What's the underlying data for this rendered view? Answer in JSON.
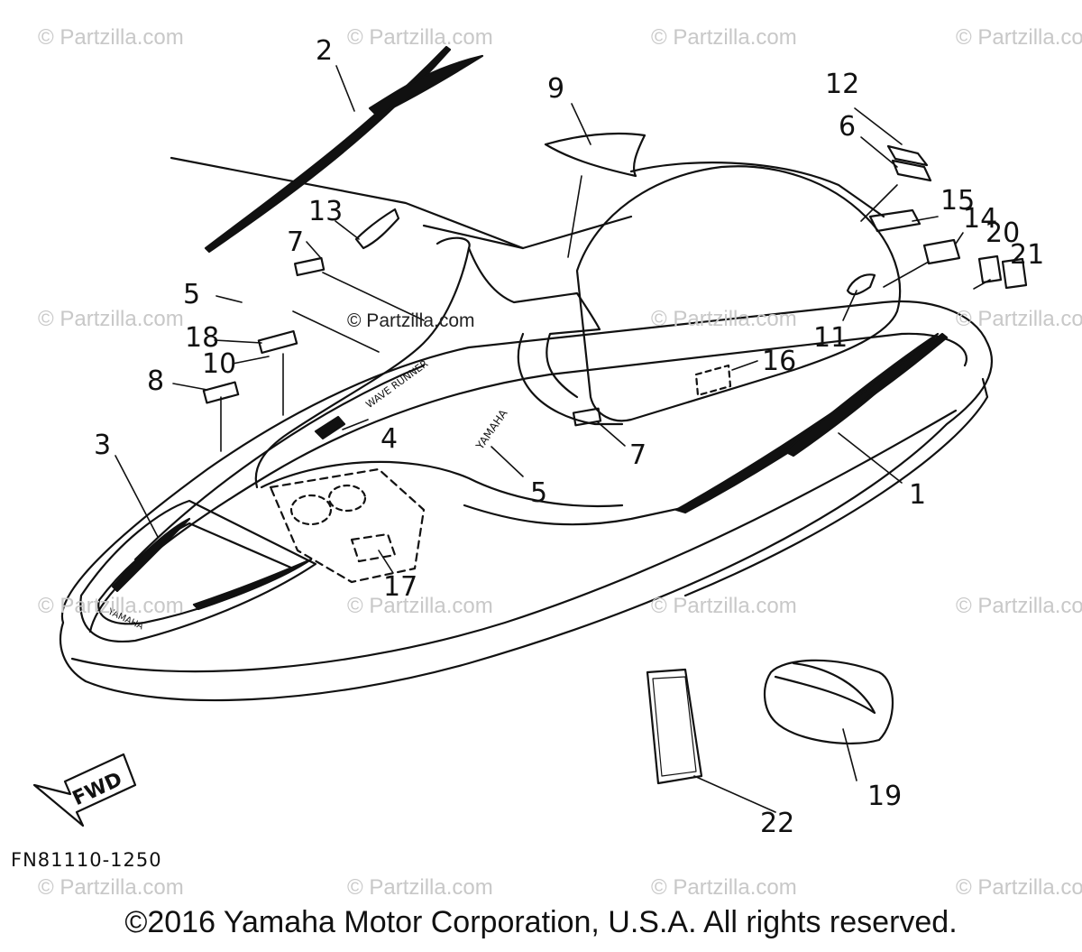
{
  "diagram": {
    "callouts": [
      "1",
      "2",
      "3",
      "4",
      "5",
      "5",
      "6",
      "7",
      "7",
      "8",
      "9",
      "10",
      "11",
      "12",
      "13",
      "14",
      "15",
      "16",
      "17",
      "18",
      "19",
      "20",
      "21",
      "22"
    ],
    "arrow_label": "FWD",
    "figure_code": "FN81110-1250",
    "decal_text_yamaha": "YAMAHA",
    "decal_text_wave": "WAVE RUNNER"
  },
  "watermark": {
    "text": "© Partzilla.com"
  },
  "copyright": {
    "text": "©2016 Yamaha Motor Corporation, U.S.A. All rights reserved."
  }
}
